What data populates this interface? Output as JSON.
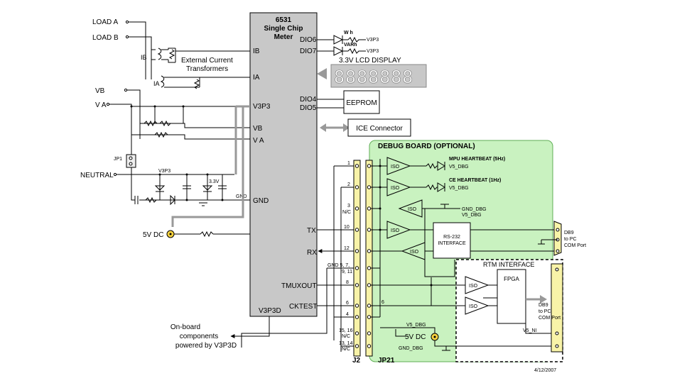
{
  "chip": {
    "num": "6531",
    "line1": "Single Chip",
    "line2": "Meter"
  },
  "pins": {
    "ib": "IB",
    "ia": "IA",
    "v3p3": "V3P3",
    "vb": "VB",
    "va": "V A",
    "gnd": "GND",
    "dio6": "DIO6",
    "dio7": "DIO7",
    "dio4": "DIO4",
    "dio5": "DIO5",
    "tx": "TX",
    "rx": "RX",
    "tmuxout": "TMUXOUT",
    "cktest": "CKTEST",
    "v3p3d": "V3P3D"
  },
  "inputs": {
    "load_a": "LOAD  A",
    "load_b": "LOAD  B",
    "vb": "VB",
    "va": "V A",
    "neutral": "NEUTRAL",
    "jp1": "JP1",
    "ib_ct": "IB",
    "ia_ct": "IA"
  },
  "ct_label": {
    "line1": "External Current",
    "line2": "Transformers"
  },
  "leds": {
    "wh": "W h",
    "varh": "VARh",
    "wh_rail": "V3P3",
    "varh_rail": "V3P3"
  },
  "lcd": {
    "label": "3.3V LCD DISPLAY",
    "digits": "8888888"
  },
  "eeprom": "EEPROM",
  "ice": "ICE Connector",
  "supply": {
    "v3p3_left": "V3P3",
    "v3p3_right": "3.3V",
    "gnd": "GND",
    "fivevdc": "5V DC",
    "onboard1": "On-board",
    "onboard2": "components",
    "onboard3": "powered by V3P3D"
  },
  "debug": {
    "title": "DEBUG BOARD (OPTIONAL)",
    "iso": "ISO",
    "mpu": "MPU HEARTBEAT (5Hz)",
    "ce": "CE HEARTBEAT (1Hz)",
    "v5dbg": "V5_DBG",
    "gnddbg": "GND_DBG",
    "rs232_1": "RS-232",
    "rs232_2": "INTERFACE",
    "db9_1": "DB9",
    "db9_2": "to PC",
    "db9_3": "COM Port",
    "rtm": "RTM INTERFACE",
    "fpga": "FPGA",
    "v5ni": "V5_NI",
    "fivevdc": "5V DC",
    "six": "6"
  },
  "j2": {
    "label": "J2",
    "jp21": "JP21",
    "pin1": "1",
    "pin2": "2",
    "pin3": "3",
    "nc3": "N/C",
    "pin10": "10",
    "pin12": "12",
    "gnd57": "GND 5, 7,",
    "pin911": "9, 11",
    "pin8": "8",
    "pin6": "6",
    "pin4": "4",
    "pin1516": "15, 16",
    "nc1516": "N/C",
    "pin1314": "13, 14",
    "nc1314": "N/C"
  },
  "date": "4/12/2007"
}
